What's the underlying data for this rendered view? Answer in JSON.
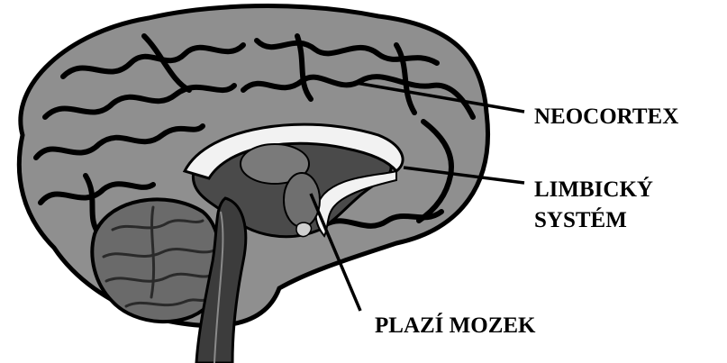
{
  "labels": {
    "neocortex": "NEOCORTEX",
    "limbic_line1": "LIMBICKÝ",
    "limbic_line2": "SYSTÉM",
    "reptilian": "PLAZÍ MOZEK"
  },
  "colors": {
    "background": "#ffffff",
    "outline": "#000000",
    "cortex_fill": "#8f8f8f",
    "inner_dark": "#4a4a4a",
    "limbic_light": "#f2f2f2",
    "cerebellum": "#6a6a6a",
    "brainstem": "#3c3c3c"
  }
}
